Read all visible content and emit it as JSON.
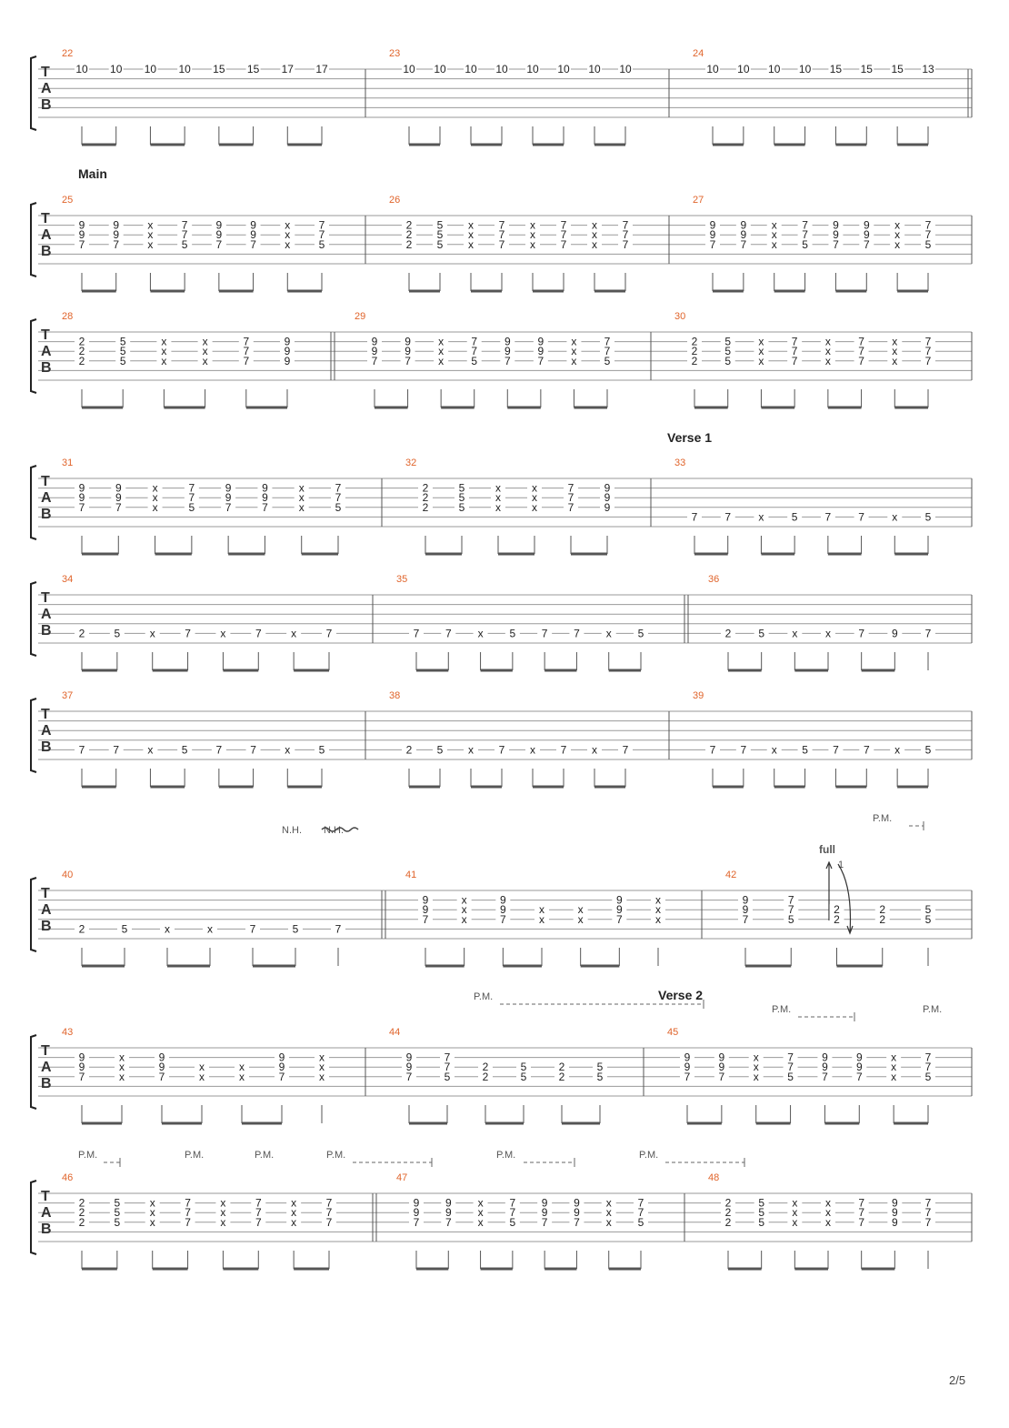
{
  "page": {
    "number": "2/5"
  },
  "colors": {
    "measure_number": "#e0642b",
    "ink": "#222222",
    "staff_line": "#9a9a9a"
  },
  "systems": [
    {
      "measures": [
        {
          "number": "22",
          "notes": [
            [
              "10"
            ],
            [
              "10"
            ],
            [
              "10"
            ],
            [
              "10"
            ],
            [
              "15"
            ],
            [
              "15"
            ],
            [
              "17"
            ],
            [
              "17"
            ]
          ]
        },
        {
          "number": "23",
          "notes": [
            [
              "10"
            ],
            [
              "10"
            ],
            [
              "10"
            ],
            [
              "10"
            ],
            [
              "10"
            ],
            [
              "10"
            ],
            [
              "10"
            ],
            [
              "10"
            ]
          ]
        },
        {
          "number": "24",
          "notes": [
            [
              "10"
            ],
            [
              "10"
            ],
            [
              "10"
            ],
            [
              "10"
            ],
            [
              "15"
            ],
            [
              "15"
            ],
            [
              "15"
            ],
            [
              "13"
            ]
          ]
        }
      ]
    },
    {
      "section": "Main",
      "measures": [
        {
          "number": "25",
          "notes": [
            [
              "9",
              "9",
              "7"
            ],
            [
              "9",
              "9",
              "7"
            ],
            [
              "x",
              "x",
              "x"
            ],
            [
              "7",
              "7",
              "5"
            ],
            [
              "9",
              "9",
              "7"
            ],
            [
              "9",
              "9",
              "7"
            ],
            [
              "x",
              "x",
              "x"
            ],
            [
              "7",
              "7",
              "5"
            ]
          ]
        },
        {
          "number": "26",
          "notes": [
            [
              "2",
              "2",
              "2"
            ],
            [
              "5",
              "5",
              "5"
            ],
            [
              "x",
              "x",
              "x"
            ],
            [
              "7",
              "7",
              "7"
            ],
            [
              "x",
              "x",
              "x"
            ],
            [
              "7",
              "7",
              "7"
            ],
            [
              "x",
              "x",
              "x"
            ],
            [
              "7",
              "7",
              "7"
            ]
          ]
        },
        {
          "number": "27",
          "notes": [
            [
              "9",
              "9",
              "7"
            ],
            [
              "9",
              "9",
              "7"
            ],
            [
              "x",
              "x",
              "x"
            ],
            [
              "7",
              "7",
              "5"
            ],
            [
              "9",
              "9",
              "7"
            ],
            [
              "9",
              "9",
              "7"
            ],
            [
              "x",
              "x",
              "x"
            ],
            [
              "7",
              "7",
              "5"
            ]
          ]
        }
      ]
    },
    {
      "measures": [
        {
          "number": "28",
          "notes": [
            [
              "2",
              "2",
              "2"
            ],
            [
              "5",
              "5",
              "5"
            ],
            [
              "x",
              "x",
              "x"
            ],
            [
              "x",
              "x",
              "x"
            ],
            [
              "7",
              "7",
              "7"
            ],
            [
              "9",
              "9",
              "9"
            ]
          ]
        },
        {
          "number": "29",
          "notes": [
            [
              "9",
              "9",
              "7"
            ],
            [
              "9",
              "9",
              "7"
            ],
            [
              "x",
              "x",
              "x"
            ],
            [
              "7",
              "7",
              "5"
            ],
            [
              "9",
              "9",
              "7"
            ],
            [
              "9",
              "9",
              "7"
            ],
            [
              "x",
              "x",
              "x"
            ],
            [
              "7",
              "7",
              "5"
            ]
          ]
        },
        {
          "number": "30",
          "notes": [
            [
              "2",
              "2",
              "2"
            ],
            [
              "5",
              "5",
              "5"
            ],
            [
              "x",
              "x",
              "x"
            ],
            [
              "7",
              "7",
              "7"
            ],
            [
              "x",
              "x",
              "x"
            ],
            [
              "7",
              "7",
              "7"
            ],
            [
              "x",
              "x",
              "x"
            ],
            [
              "7",
              "7",
              "7"
            ]
          ]
        }
      ]
    },
    {
      "section": "Verse 1",
      "measures": [
        {
          "number": "31",
          "notes": [
            [
              "9",
              "9",
              "7"
            ],
            [
              "9",
              "9",
              "7"
            ],
            [
              "x",
              "x",
              "x"
            ],
            [
              "7",
              "7",
              "5"
            ],
            [
              "9",
              "9",
              "7"
            ],
            [
              "9",
              "9",
              "7"
            ],
            [
              "x",
              "x",
              "x"
            ],
            [
              "7",
              "7",
              "5"
            ]
          ]
        },
        {
          "number": "32",
          "notes": [
            [
              "2",
              "2",
              "2"
            ],
            [
              "5",
              "5",
              "5"
            ],
            [
              "x",
              "x",
              "x"
            ],
            [
              "x",
              "x",
              "x"
            ],
            [
              "7",
              "7",
              "7"
            ],
            [
              "9",
              "9",
              "9"
            ]
          ]
        },
        {
          "number": "33",
          "notes": [
            [
              "7"
            ],
            [
              "7"
            ],
            [
              "x"
            ],
            [
              "5"
            ],
            [
              "7"
            ],
            [
              "7"
            ],
            [
              "x"
            ],
            [
              "5"
            ]
          ]
        }
      ]
    },
    {
      "measures": [
        {
          "number": "34",
          "notes": [
            [
              "2"
            ],
            [
              "5"
            ],
            [
              "x"
            ],
            [
              "7"
            ],
            [
              "x"
            ],
            [
              "7"
            ],
            [
              "x"
            ],
            [
              "7"
            ]
          ]
        },
        {
          "number": "35",
          "notes": [
            [
              "7"
            ],
            [
              "7"
            ],
            [
              "x"
            ],
            [
              "5"
            ],
            [
              "7"
            ],
            [
              "7"
            ],
            [
              "x"
            ],
            [
              "5"
            ]
          ]
        },
        {
          "number": "36",
          "notes": [
            [
              "2"
            ],
            [
              "5"
            ],
            [
              "x"
            ],
            [
              "x"
            ],
            [
              "7"
            ],
            [
              "9"
            ],
            [
              "7"
            ]
          ]
        }
      ]
    },
    {
      "measures": [
        {
          "number": "37",
          "notes": [
            [
              "7"
            ],
            [
              "7"
            ],
            [
              "x"
            ],
            [
              "5"
            ],
            [
              "7"
            ],
            [
              "7"
            ],
            [
              "x"
            ],
            [
              "5"
            ]
          ]
        },
        {
          "number": "38",
          "notes": [
            [
              "2"
            ],
            [
              "5"
            ],
            [
              "x"
            ],
            [
              "7"
            ],
            [
              "x"
            ],
            [
              "7"
            ],
            [
              "x"
            ],
            [
              "7"
            ]
          ]
        },
        {
          "number": "39",
          "notes": [
            [
              "7"
            ],
            [
              "7"
            ],
            [
              "x"
            ],
            [
              "5"
            ],
            [
              "7"
            ],
            [
              "7"
            ],
            [
              "x"
            ],
            [
              "5"
            ]
          ]
        }
      ]
    },
    {
      "annotations": [
        "N.H.",
        "N.H.",
        "P.M.",
        "full",
        "1"
      ],
      "measures": [
        {
          "number": "40",
          "notes": [
            [
              "2"
            ],
            [
              "5"
            ],
            [
              "x"
            ],
            [
              "x"
            ],
            [
              "7"
            ],
            [
              "5"
            ],
            [
              "7"
            ]
          ]
        },
        {
          "number": "41",
          "notes": [
            [
              "9",
              "9",
              "7"
            ],
            [
              "x",
              "x",
              "x"
            ],
            [
              "9",
              "9",
              "7"
            ],
            [
              "x",
              "x"
            ],
            [
              "x",
              "x"
            ],
            [
              "9",
              "9",
              "7"
            ],
            [
              "x",
              "x",
              "x"
            ]
          ]
        },
        {
          "number": "42",
          "notes": [
            [
              "9",
              "9",
              "7"
            ],
            [
              "7",
              "7",
              "5"
            ],
            [
              "2",
              "2"
            ],
            [
              "2",
              "2"
            ],
            [
              "5",
              "5"
            ]
          ]
        }
      ]
    },
    {
      "section": "Verse 2",
      "annotations": [
        "P.M.",
        "P.M.",
        "P.M."
      ],
      "measures": [
        {
          "number": "43",
          "notes": [
            [
              "9",
              "9",
              "7"
            ],
            [
              "x",
              "x",
              "x"
            ],
            [
              "9",
              "9",
              "7"
            ],
            [
              "x",
              "x"
            ],
            [
              "x",
              "x"
            ],
            [
              "9",
              "9",
              "7"
            ],
            [
              "x",
              "x",
              "x"
            ]
          ]
        },
        {
          "number": "44",
          "notes": [
            [
              "9",
              "9",
              "7"
            ],
            [
              "7",
              "7",
              "5"
            ],
            [
              "2",
              "2"
            ],
            [
              "5",
              "5"
            ],
            [
              "2",
              "2"
            ],
            [
              "5",
              "5"
            ]
          ]
        },
        {
          "number": "45",
          "notes": [
            [
              "9",
              "9",
              "7"
            ],
            [
              "9",
              "9",
              "7"
            ],
            [
              "x",
              "x",
              "x"
            ],
            [
              "7",
              "7",
              "5"
            ],
            [
              "9",
              "9",
              "7"
            ],
            [
              "9",
              "9",
              "7"
            ],
            [
              "x",
              "x",
              "x"
            ],
            [
              "7",
              "7",
              "5"
            ]
          ]
        }
      ]
    },
    {
      "annotations": [
        "P.M.",
        "P.M.",
        "P.M.",
        "P.M.",
        "P.M.",
        "P.M."
      ],
      "measures": [
        {
          "number": "46",
          "notes": [
            [
              "2",
              "2",
              "2"
            ],
            [
              "5",
              "5",
              "5"
            ],
            [
              "x",
              "x",
              "x"
            ],
            [
              "7",
              "7",
              "7"
            ],
            [
              "x",
              "x",
              "x"
            ],
            [
              "7",
              "7",
              "7"
            ],
            [
              "x",
              "x",
              "x"
            ],
            [
              "7",
              "7",
              "7"
            ]
          ]
        },
        {
          "number": "47",
          "notes": [
            [
              "9",
              "9",
              "7"
            ],
            [
              "9",
              "9",
              "7"
            ],
            [
              "x",
              "x",
              "x"
            ],
            [
              "7",
              "7",
              "5"
            ],
            [
              "9",
              "9",
              "7"
            ],
            [
              "9",
              "9",
              "7"
            ],
            [
              "x",
              "x",
              "x"
            ],
            [
              "7",
              "7",
              "5"
            ]
          ]
        },
        {
          "number": "48",
          "notes": [
            [
              "2",
              "2",
              "2"
            ],
            [
              "5",
              "5",
              "5"
            ],
            [
              "x",
              "x",
              "x"
            ],
            [
              "x",
              "x",
              "x"
            ],
            [
              "7",
              "7",
              "7"
            ],
            [
              "9",
              "9",
              "9"
            ],
            [
              "7",
              "7",
              "7"
            ]
          ]
        }
      ]
    }
  ]
}
